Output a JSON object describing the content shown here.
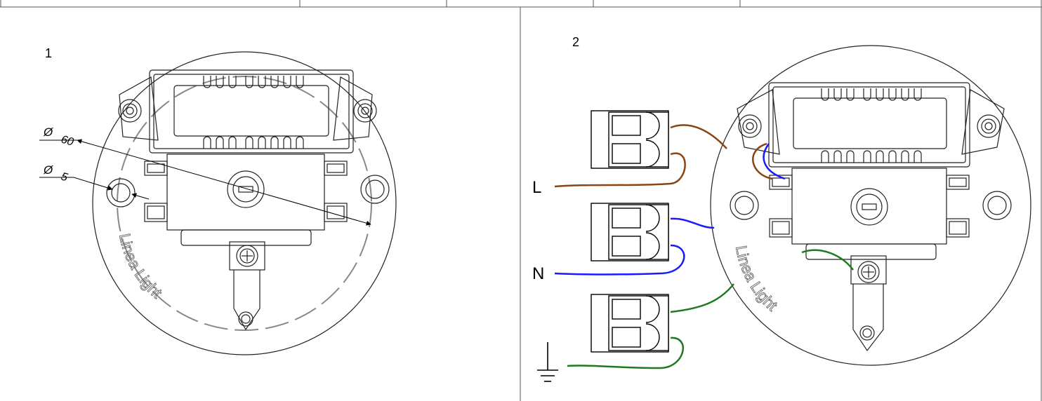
{
  "panels": {
    "left": {
      "label": "1",
      "dimension_large": "60",
      "dimension_small": "5",
      "diameter_symbol": "Ø",
      "brand_text": "Linea Light"
    },
    "right": {
      "label": "2",
      "brand_text": "Linea Light",
      "terminals": [
        {
          "label": "L",
          "wire_color": "#8B4513"
        },
        {
          "label": "N",
          "wire_color": "#1a1aff"
        },
        {
          "label": "",
          "wire_color": "#1f7a1f",
          "symbol": "ground-icon"
        }
      ]
    }
  },
  "colors": {
    "outline": "#222222",
    "dashed_circle": "#888888"
  }
}
